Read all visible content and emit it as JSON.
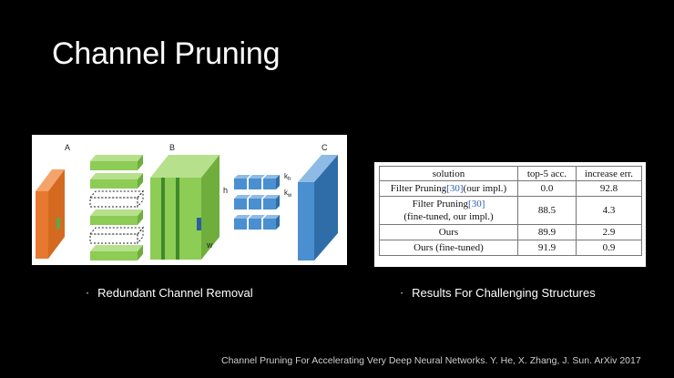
{
  "slide": {
    "title": "Channel Pruning",
    "footer": "Channel Pruning For Accelerating Very Deep Neural Networks. Y. He, X. Zhang, J. Sun. ArXiv 2017"
  },
  "captions": {
    "bullet": "•",
    "left": "Redundant Channel Removal",
    "right": "Results For Challenging Structures"
  },
  "diagram": {
    "labels": {
      "a": "A",
      "b": "B",
      "c": "C",
      "h": "h",
      "w": "w",
      "kh": "k",
      "kh_sub": "h",
      "kw": "k",
      "kw_sub": "w"
    },
    "colors": {
      "orange": "#e8782f",
      "green": "#8dcc55",
      "blue": "#4a8fcf",
      "dark_green": "#3f8a2a",
      "dark_blue": "#2a5f9e"
    }
  },
  "table": {
    "headers": [
      "solution",
      "top-5 acc.",
      "increase err."
    ],
    "rows": [
      {
        "solution_pre": "Filter Pruning",
        "cite": "[30]",
        "solution_post": "(our impl.)",
        "acc": "0.0",
        "err": "92.8"
      },
      {
        "solution_pre": "Filter Pruning",
        "cite": "[30]",
        "solution_line2": "(fine-tuned, our impl.)",
        "acc": "88.5",
        "err": "4.3"
      },
      {
        "solution": "Ours",
        "acc": "89.9",
        "err": "2.9"
      },
      {
        "solution": "Ours (fine-tuned)",
        "acc": "91.9",
        "err": "0.9"
      }
    ]
  }
}
